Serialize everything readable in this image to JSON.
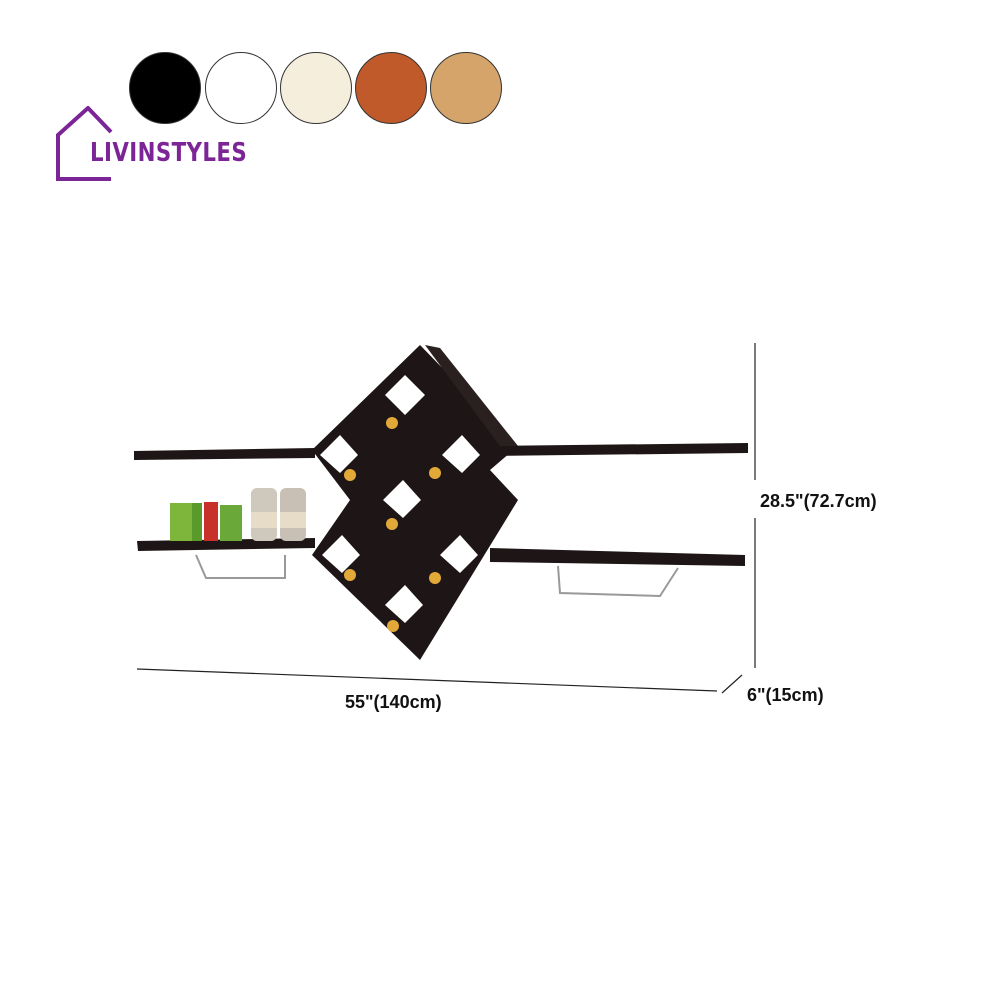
{
  "brand": {
    "name": "LIVINSTYLES",
    "color": "#7b2596"
  },
  "color_options": [
    {
      "name": "black",
      "hex": "#000000"
    },
    {
      "name": "white",
      "hex": "#ffffff"
    },
    {
      "name": "cream",
      "hex": "#f5eedd"
    },
    {
      "name": "orange-brown",
      "hex": "#c05a2a"
    },
    {
      "name": "tan",
      "hex": "#d4a46a"
    }
  ],
  "product": {
    "description": "Diamond wine rack wall shelf with glass holders",
    "finish_color": "#1e1616"
  },
  "dimensions": {
    "height": "28.5\"(72.7cm)",
    "width": "55\"(140cm)",
    "depth": "6\"(15cm)"
  }
}
